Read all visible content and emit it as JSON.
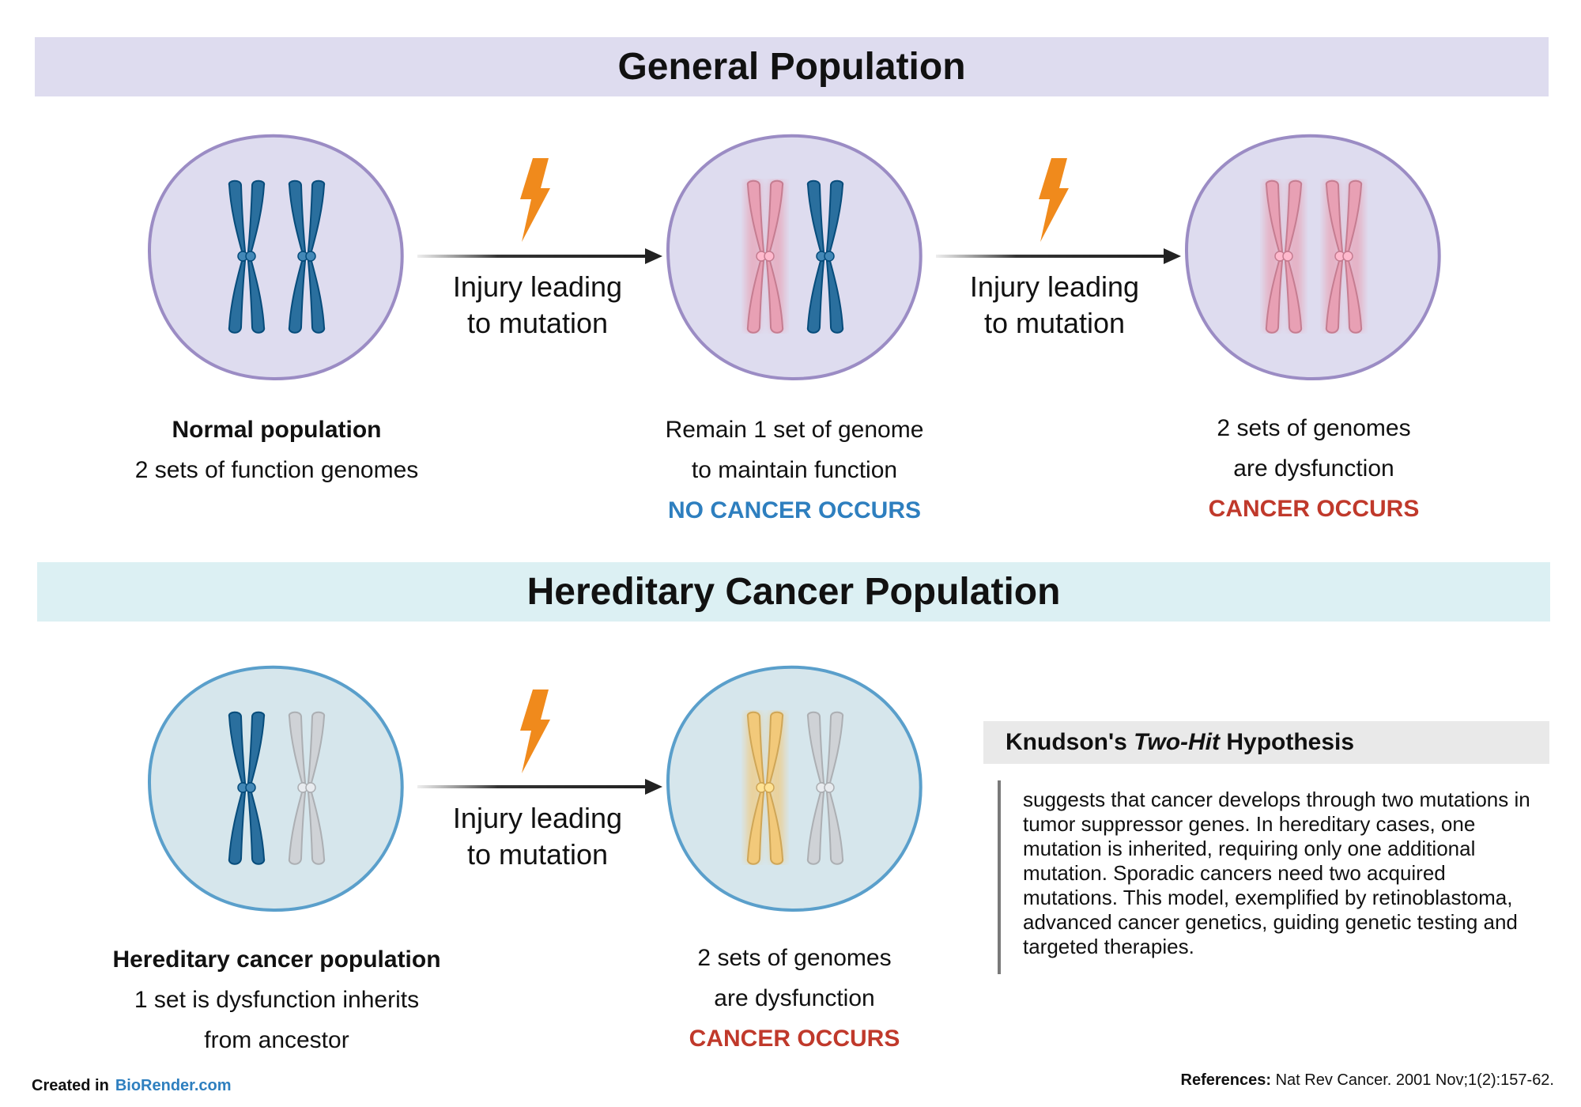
{
  "banners": {
    "general": "General Population",
    "hereditary": "Hereditary Cancer Population"
  },
  "colors": {
    "functional": "#2a6f9e",
    "mutated_general": "#e8a0b4",
    "inherited_dysfunction": "#cfd2d6",
    "mutated_hereditary": "#f2c97a",
    "bolt": "#f08a1c",
    "text_blue": "#2e7fbf",
    "text_red": "#c0392b"
  },
  "icons": {
    "mutation": "lightning-bolt-icon",
    "arrow": "right-arrow-icon"
  },
  "arrow_label": {
    "line1": "Injury leading",
    "line2": "to mutation"
  },
  "general": {
    "cell1": {
      "caption_title": "Normal population",
      "caption_line": "2 sets of function genomes"
    },
    "cell2": {
      "caption_line1": "Remain 1 set of genome",
      "caption_line2": "to maintain function",
      "status": "NO CANCER OCCURS"
    },
    "cell3": {
      "caption_line1": "2 sets of genomes",
      "caption_line2": "are dysfunction",
      "status": "CANCER OCCURS"
    }
  },
  "hereditary": {
    "cell1": {
      "caption_title": "Hereditary cancer population",
      "caption_line1": "1 set is dysfunction inherits",
      "caption_line2": "from ancestor"
    },
    "cell2": {
      "caption_line1": "2 sets of genomes",
      "caption_line2": "are dysfunction",
      "status": "CANCER OCCURS"
    }
  },
  "knudson": {
    "title_prefix": "Knudson's",
    "title_italic": "Two-Hit",
    "title_suffix": "Hypothesis",
    "body": "suggests that cancer develops through two mutations in tumor suppressor genes. In hereditary cases, one mutation is inherited, requiring only one additional mutation. Sporadic cancers need two acquired mutations. This model, exemplified by retinoblastoma, advanced cancer genetics, guiding genetic testing and targeted therapies."
  },
  "footer": {
    "created_in": "Created in",
    "brand": "BioRender.com",
    "ref_label": "References:",
    "ref_text": "Nat Rev Cancer. 2001 Nov;1(2):157-62."
  }
}
